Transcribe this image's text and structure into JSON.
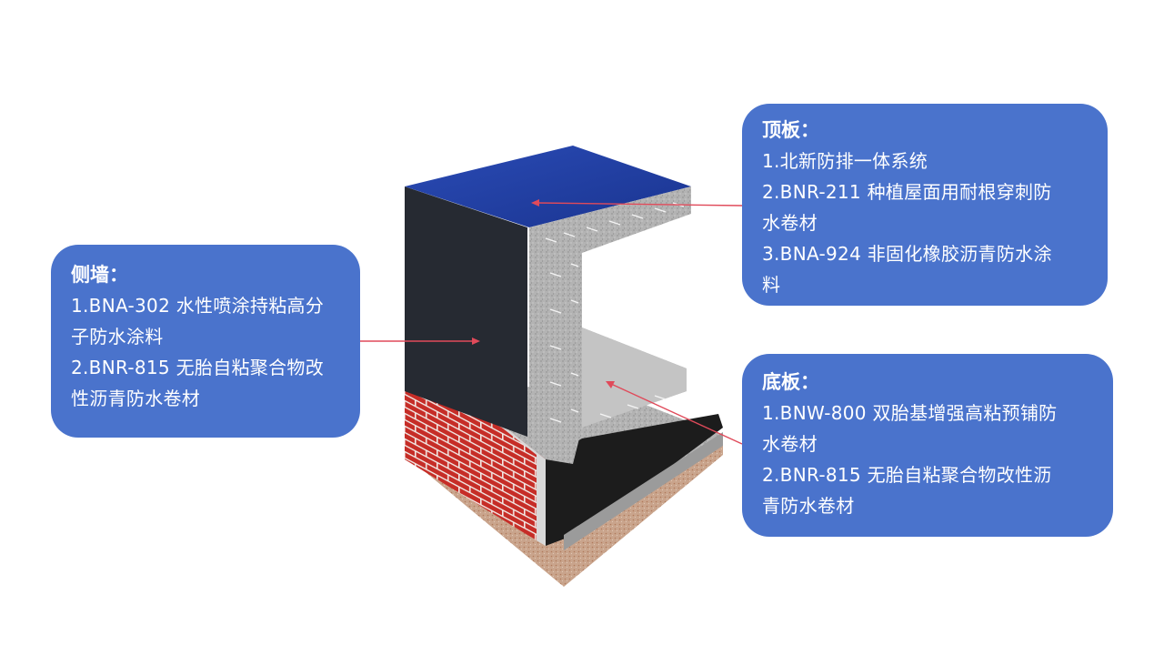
{
  "callouts": {
    "side_wall": {
      "title": "侧墙：",
      "items": [
        "1.BNA-302 水性喷涂持粘高分",
        "子防水涂料",
        "2.BNR-815 无胎自粘聚合物改",
        "性沥青防水卷材"
      ]
    },
    "top_slab": {
      "title": "顶板：",
      "items": [
        "1.北新防排一体系统",
        "2.BNR-211 种植屋面用耐根穿刺防",
        "水卷材",
        "3.BNA-924 非固化橡胶沥青防水涂",
        "料"
      ]
    },
    "bottom_slab": {
      "title": "底板：",
      "items": [
        "1.BNW-800 双胎基增强高粘预铺防",
        "水卷材",
        "2.BNR-815 无胎自粘聚合物改性沥",
        "青防水卷材"
      ]
    }
  },
  "colors": {
    "callout_bg": "#4a73cc",
    "leader_line": "#e04a5a",
    "top_membrane": "#1f3a9a",
    "wall_membrane": "#25282f",
    "brick": "#c9332c",
    "concrete": "#a9a9a9"
  }
}
